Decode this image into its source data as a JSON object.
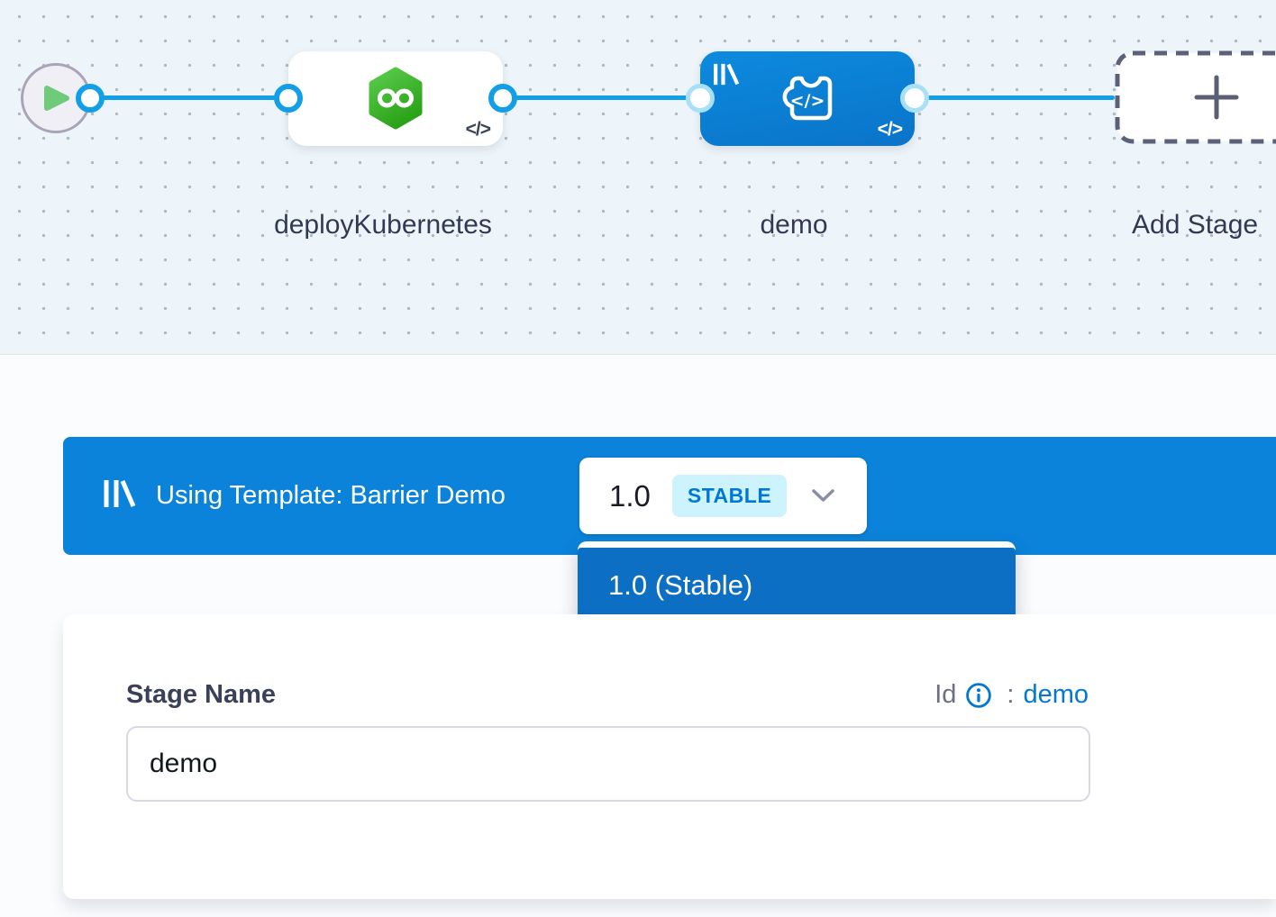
{
  "pipeline": {
    "stages": [
      {
        "label": "deployKubernetes"
      },
      {
        "label": "demo"
      },
      {
        "label": "Add Stage"
      }
    ],
    "code_icon_glyph": "</>"
  },
  "template_banner": {
    "message": "Using Template: Barrier Demo",
    "version": "1.0",
    "badge": "STABLE"
  },
  "version_dropdown": {
    "items": [
      {
        "label": "1.0 (Stable)"
      }
    ]
  },
  "stage_form": {
    "name_label": "Stage Name",
    "id_label": "Id",
    "id_colon": ":",
    "id_value": "demo",
    "name_value": "demo"
  },
  "colors": {
    "banner_blue": "#0b83da",
    "selected_node_blue": "#0a80d4",
    "dropdown_item_blue": "#0d6fc4",
    "connector_blue": "#129fe6",
    "badge_bg": "#cdf3fe",
    "badge_text": "#0278d5",
    "link_blue": "#0278d5",
    "hexagon_green": "#3db32a",
    "play_green": "#6fcb7a"
  }
}
